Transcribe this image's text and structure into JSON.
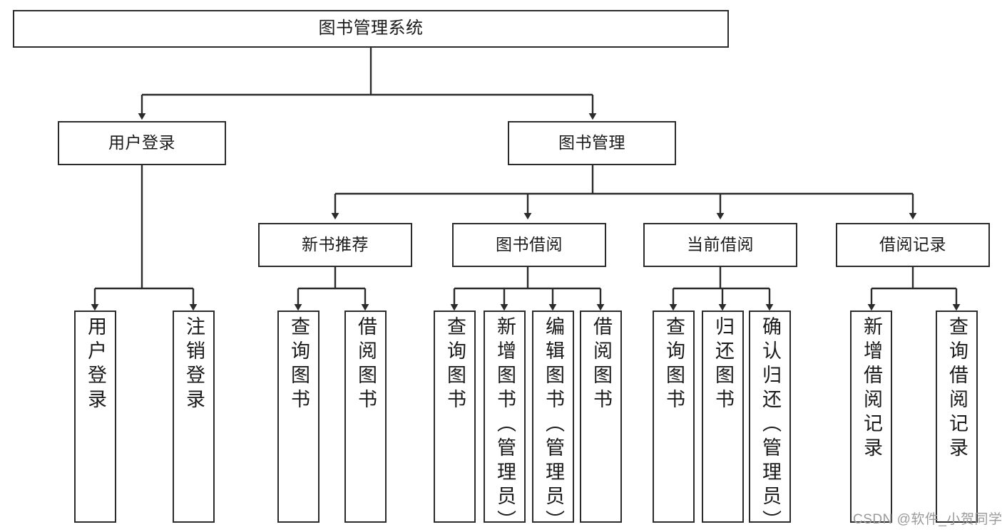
{
  "diagram": {
    "title": "图书管理系统",
    "type": "hierarchy-tree",
    "levels": 4,
    "colors": {
      "box_border": "#2b2b2b",
      "box_fill": "#ffffff",
      "edge": "#2b2b2b",
      "text": "#1a1a1a",
      "background": "#ffffff",
      "watermark": "#9a9a9a"
    },
    "nodes": {
      "root": {
        "label": "图书管理系统"
      },
      "level2": [
        {
          "label": "用户登录"
        },
        {
          "label": "图书管理"
        }
      ],
      "level3": [
        {
          "label": "新书推荐"
        },
        {
          "label": "图书借阅"
        },
        {
          "label": "当前借阅"
        },
        {
          "label": "借阅记录"
        }
      ],
      "leaves_user_login": [
        {
          "label": "用户登录"
        },
        {
          "label": "注销登录"
        }
      ],
      "leaves_new_book": [
        {
          "label": "查询图书"
        },
        {
          "label": "借阅图书"
        }
      ],
      "leaves_borrow": [
        {
          "label": "查询图书"
        },
        {
          "label": "新增图书（管理员）"
        },
        {
          "label": "编辑图书（管理员）"
        },
        {
          "label": "借阅图书"
        }
      ],
      "leaves_current": [
        {
          "label": "查询图书"
        },
        {
          "label": "归还图书"
        },
        {
          "label": "确认归还（管理员）"
        }
      ],
      "leaves_records": [
        {
          "label": "新增借阅记录"
        },
        {
          "label": "查询借阅记录"
        }
      ]
    },
    "watermark": "CSDN @软件_小贺同学"
  }
}
